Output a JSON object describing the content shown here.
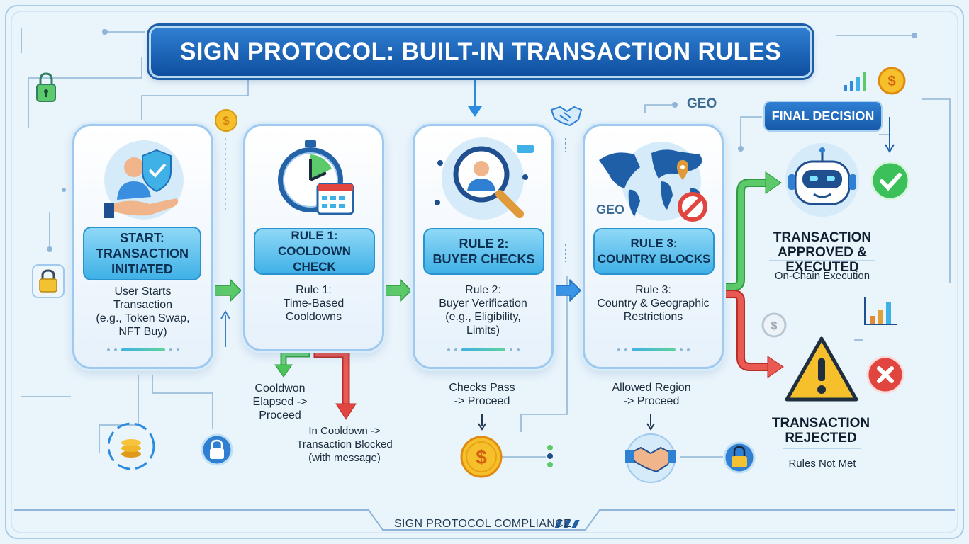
{
  "title": "SIGN PROTOCOL: BUILT-IN TRANSACTION RULES",
  "steps": [
    {
      "header": [
        "START:",
        "TRANSACTION",
        "INITIATED"
      ],
      "desc": [
        "User Starts",
        "Transaction",
        "(e.g., Token Swap,",
        "NFT Buy)"
      ]
    },
    {
      "header": [
        "RULE 1:",
        "COOLDOWN CHECK"
      ],
      "desc": [
        "Rule 1:",
        "Time-Based",
        "Cooldowns"
      ]
    },
    {
      "header": [
        "RULE 2:",
        "BUYER CHECKS"
      ],
      "desc": [
        "Rule 2:",
        "Buyer Verification",
        "(e.g., Eligibility,",
        "Limits)"
      ]
    },
    {
      "header": [
        "RULE 3:",
        "COUNTRY BLOCKS"
      ],
      "desc": [
        "Rule 3:",
        "Country & Geographic",
        "Restrictions"
      ]
    }
  ],
  "notes": {
    "cooldown_elapsed": [
      "Cooldwon",
      "Elapsed ->",
      "Proceed"
    ],
    "cooldown_blocked": [
      "In Cooldown ->",
      "Transaction Blocked",
      "(with message)"
    ],
    "checks_pass": [
      "Checks Pass",
      "-> Proceed"
    ],
    "allowed_region": [
      "Allowed Region",
      "-> Proceed"
    ]
  },
  "geo_labels": {
    "top": "GEO",
    "map": "GEO"
  },
  "final_decision": "FINAL DECISION",
  "approved": {
    "title": [
      "TRANSACTION",
      "APPROVED & EXECUTED"
    ],
    "sub": "On-Chain Execution"
  },
  "rejected": {
    "title": [
      "TRANSACTION",
      "REJECTED"
    ],
    "sub": "Rules Not Met"
  },
  "footer": "SIGN PROTOCOL COMPLIANCE",
  "colors": {
    "green_arrow": "#4cc45a",
    "red_arrow": "#e0463f",
    "blue_arrow": "#2b8be0",
    "title_blue": "#0f4f9f"
  }
}
